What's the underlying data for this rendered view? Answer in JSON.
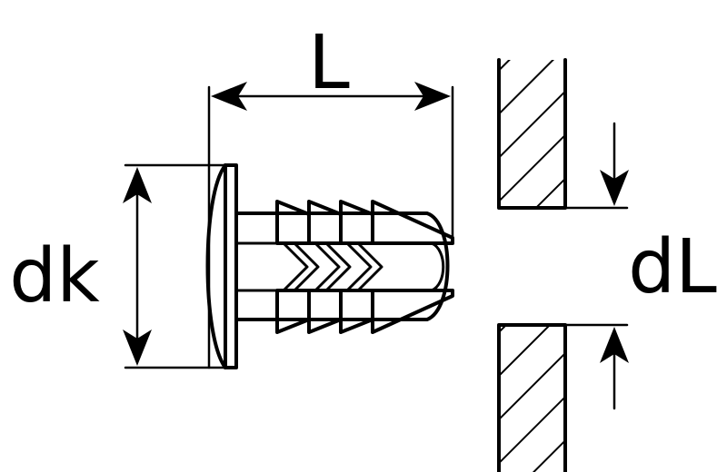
{
  "diagram": {
    "labels": {
      "length": "L",
      "head_diameter": "dk",
      "hole_diameter": "dL"
    },
    "colors": {
      "stroke": "#000000",
      "background": "#ffffff"
    }
  }
}
